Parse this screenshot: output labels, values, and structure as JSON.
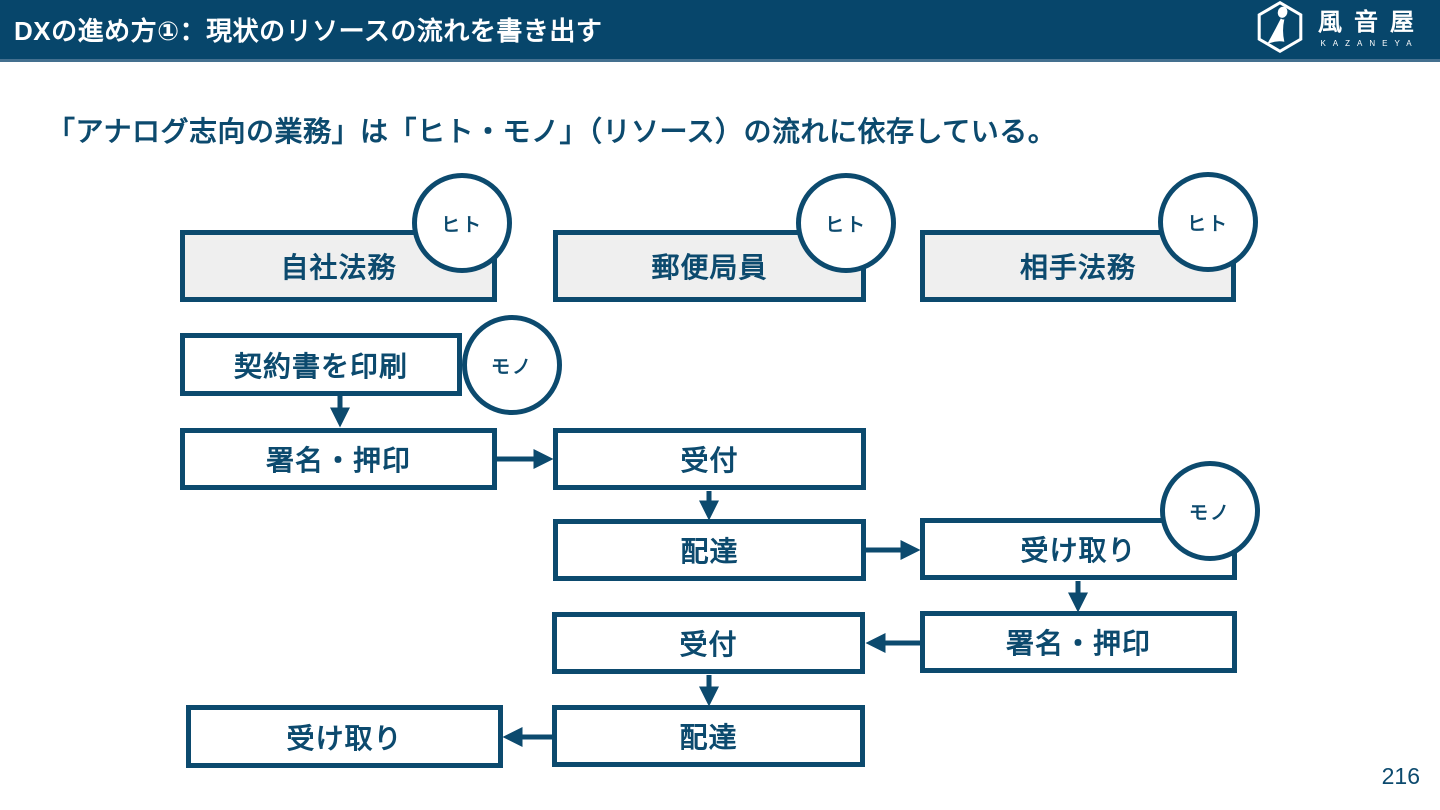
{
  "header": {
    "title": "DXの進め方①：現状のリソースの流れを書き出す",
    "logo_text": "風音屋",
    "logo_subtext": "KAZANEYA"
  },
  "subtitle": "「アナログ志向の業務」は「ヒト・モノ」（リソース）の流れに依存している。",
  "page_number": "216",
  "colors": {
    "navy": "#0c4a6e",
    "header_bg": "#07466b",
    "header_underline": "#44708f",
    "actor_fill": "#efefef",
    "step_fill": "#ffffff"
  },
  "diagram": {
    "actors": [
      {
        "label": "自社法務",
        "badge": "ヒト"
      },
      {
        "label": "郵便局員",
        "badge": "ヒト"
      },
      {
        "label": "相手法務",
        "badge": "ヒト"
      }
    ],
    "steps": [
      {
        "label": "契約書を印刷",
        "badge": "モノ"
      },
      {
        "label": "署名・押印"
      },
      {
        "label": "受付"
      },
      {
        "label": "配達"
      },
      {
        "label": "受け取り",
        "badge": "モノ"
      },
      {
        "label": "署名・押印"
      },
      {
        "label": "受付"
      },
      {
        "label": "配達"
      },
      {
        "label": "受け取り"
      }
    ]
  }
}
